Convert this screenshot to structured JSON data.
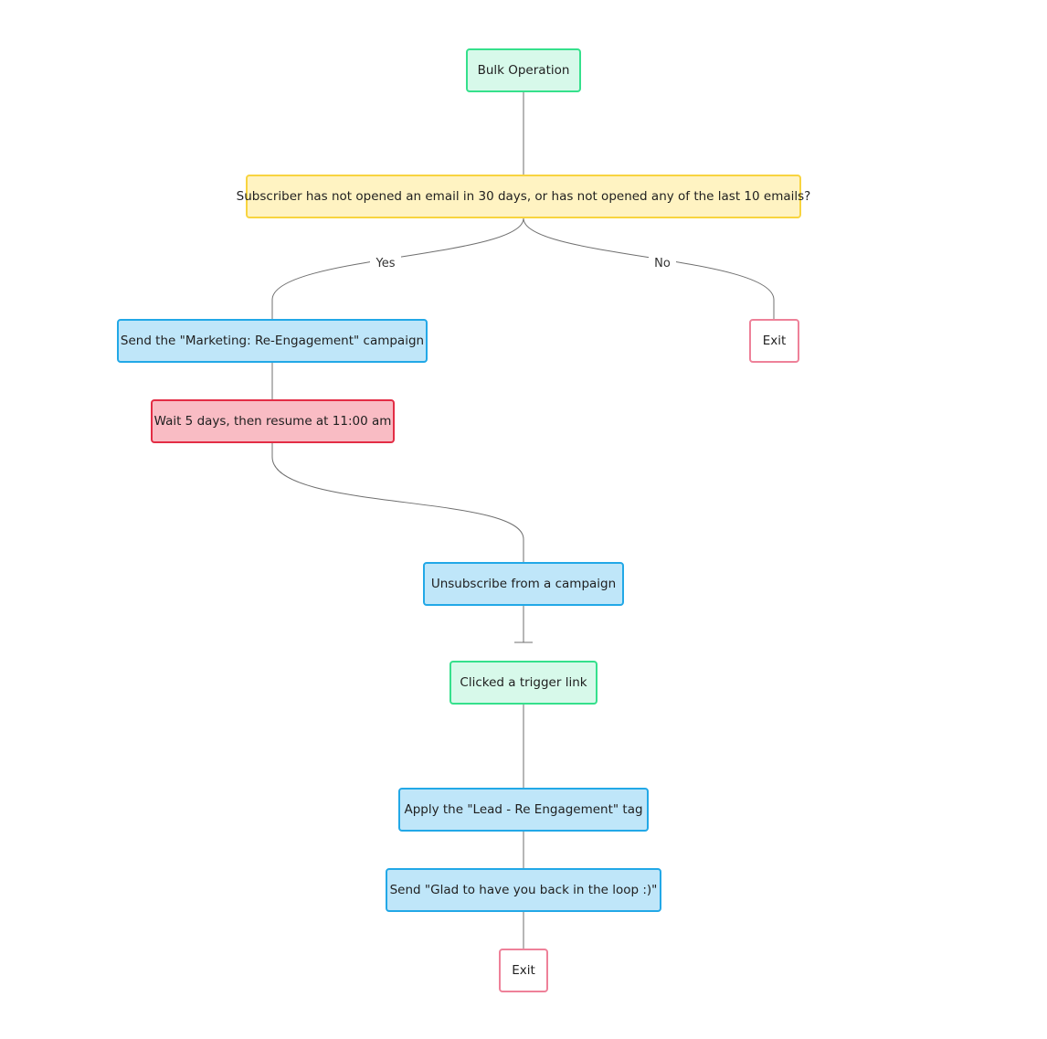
{
  "nodes": {
    "bulk_operation": "Bulk Operation",
    "condition": "Subscriber has not opened an email in 30 days, or has not opened any of the last 10 emails?",
    "send_marketing": "Send the \"Marketing: Re-Engagement\" campaign",
    "exit_no": "Exit",
    "wait": "Wait 5 days, then resume at 11:00 am",
    "unsubscribe": "Unsubscribe from a campaign",
    "clicked_trigger": "Clicked a trigger link",
    "apply_tag": "Apply the \"Lead - Re Engagement\" tag",
    "send_glad": "Send \"Glad to have you back in the loop :)\"",
    "exit_end": "Exit"
  },
  "edges": {
    "yes_label": "Yes",
    "no_label": "No"
  },
  "colors": {
    "start_fill": "#d7f9ea",
    "start_border": "#35e08c",
    "condition_fill": "#fff3c2",
    "condition_border": "#f8d43f",
    "action_fill": "#bfe6f9",
    "action_border": "#22a8e7",
    "wait_fill": "#f9bcc4",
    "wait_border": "#e32d45",
    "exit_border": "#ee8199"
  }
}
